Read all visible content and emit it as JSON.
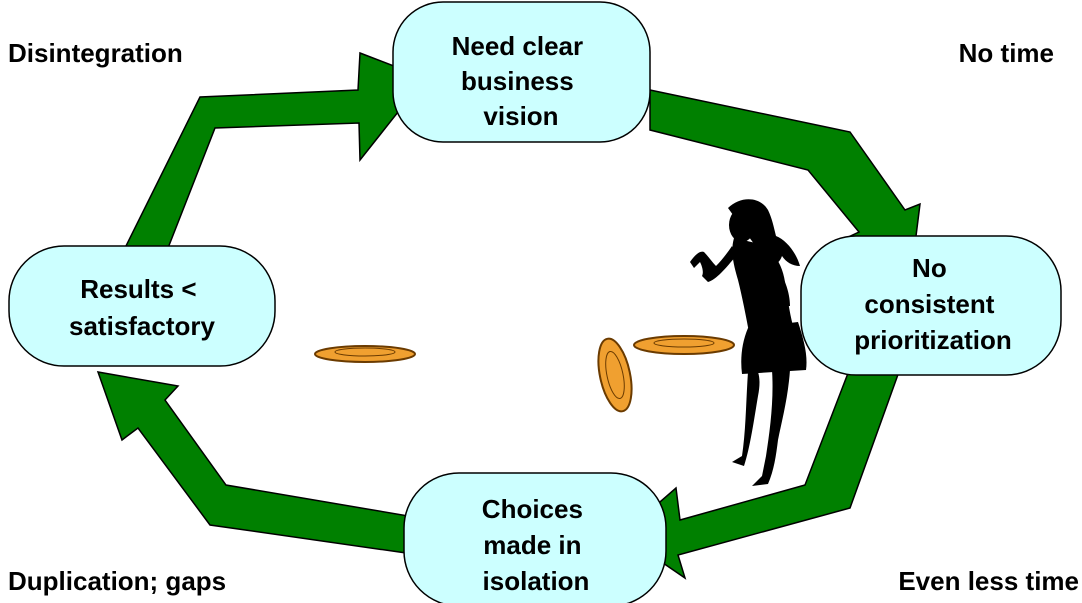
{
  "colors": {
    "arrow_fill": "#008000",
    "arrow_stroke": "#000000",
    "node_fill": "#ccffff",
    "coin_fill": "#f0a030",
    "coin_stroke": "#6b3b00",
    "silhouette": "#000000"
  },
  "nodes": {
    "top": {
      "lines": [
        "Need clear",
        "business",
        "vision"
      ]
    },
    "right": {
      "lines": [
        "No",
        "consistent",
        "prioritization"
      ]
    },
    "bottom": {
      "lines": [
        "Choices",
        "made in",
        "isolation"
      ]
    },
    "left": {
      "lines": [
        "Results <",
        "satisfactory"
      ]
    }
  },
  "corners": {
    "top_left": "Disintegration",
    "top_right": "No time",
    "bottom_left": "Duplication; gaps",
    "bottom_right": "Even less time"
  },
  "illustration": {
    "figure": "woman-silhouette",
    "objects": [
      "coin",
      "coin",
      "coin"
    ]
  }
}
